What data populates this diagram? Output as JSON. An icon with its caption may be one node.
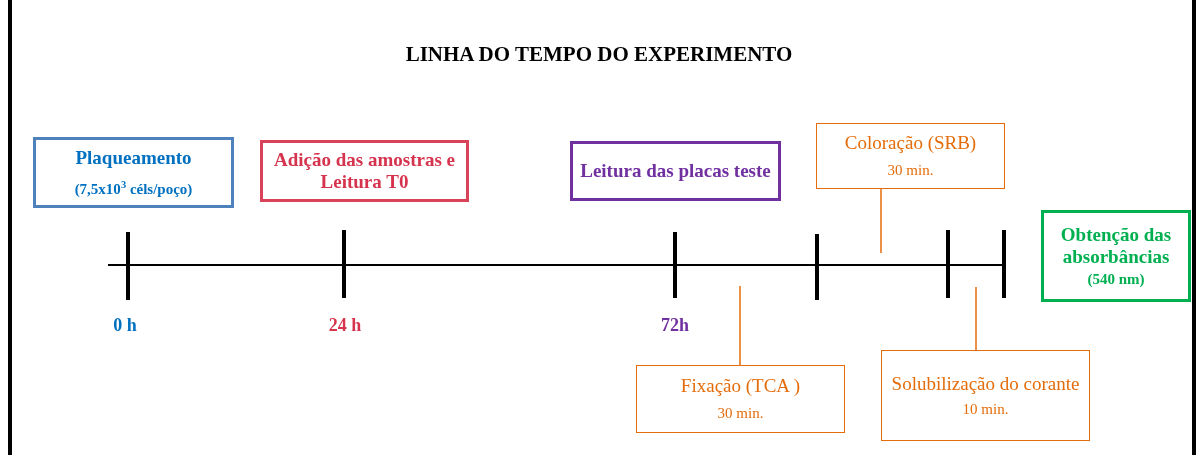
{
  "diagram": {
    "title": "LINHA DO TEMPO DO EXPERIMENTO",
    "nodes": [
      {
        "text": [
          "Plaqueamento",
          "(7,5x10$^{3}$ céls/poço)"
        ]
      },
      {
        "text": [
          "Adição das amostras e Leitura T0"
        ]
      },
      {
        "text": [
          "Leitura das placas teste"
        ]
      },
      {
        "text": [
          "Coloração (SRB)",
          "30 min."
        ]
      },
      {
        "text": [
          "Obtenção das absorbâncias",
          "(540 nm)"
        ]
      },
      {
        "text": [
          "Fixação (TCA )",
          "30 min."
        ]
      },
      {
        "text": [
          "Solubilização do corante",
          "10 min."
        ]
      }
    ],
    "edges": [
      {
        "from": 3,
        "to": null,
        "arrow": "none"
      },
      {
        "from": 5,
        "to": null,
        "arrow": "none"
      },
      {
        "from": 6,
        "to": null,
        "arrow": "none"
      }
    ],
    "labels": [
      "0 h",
      "24 h",
      "72h"
    ]
  }
}
